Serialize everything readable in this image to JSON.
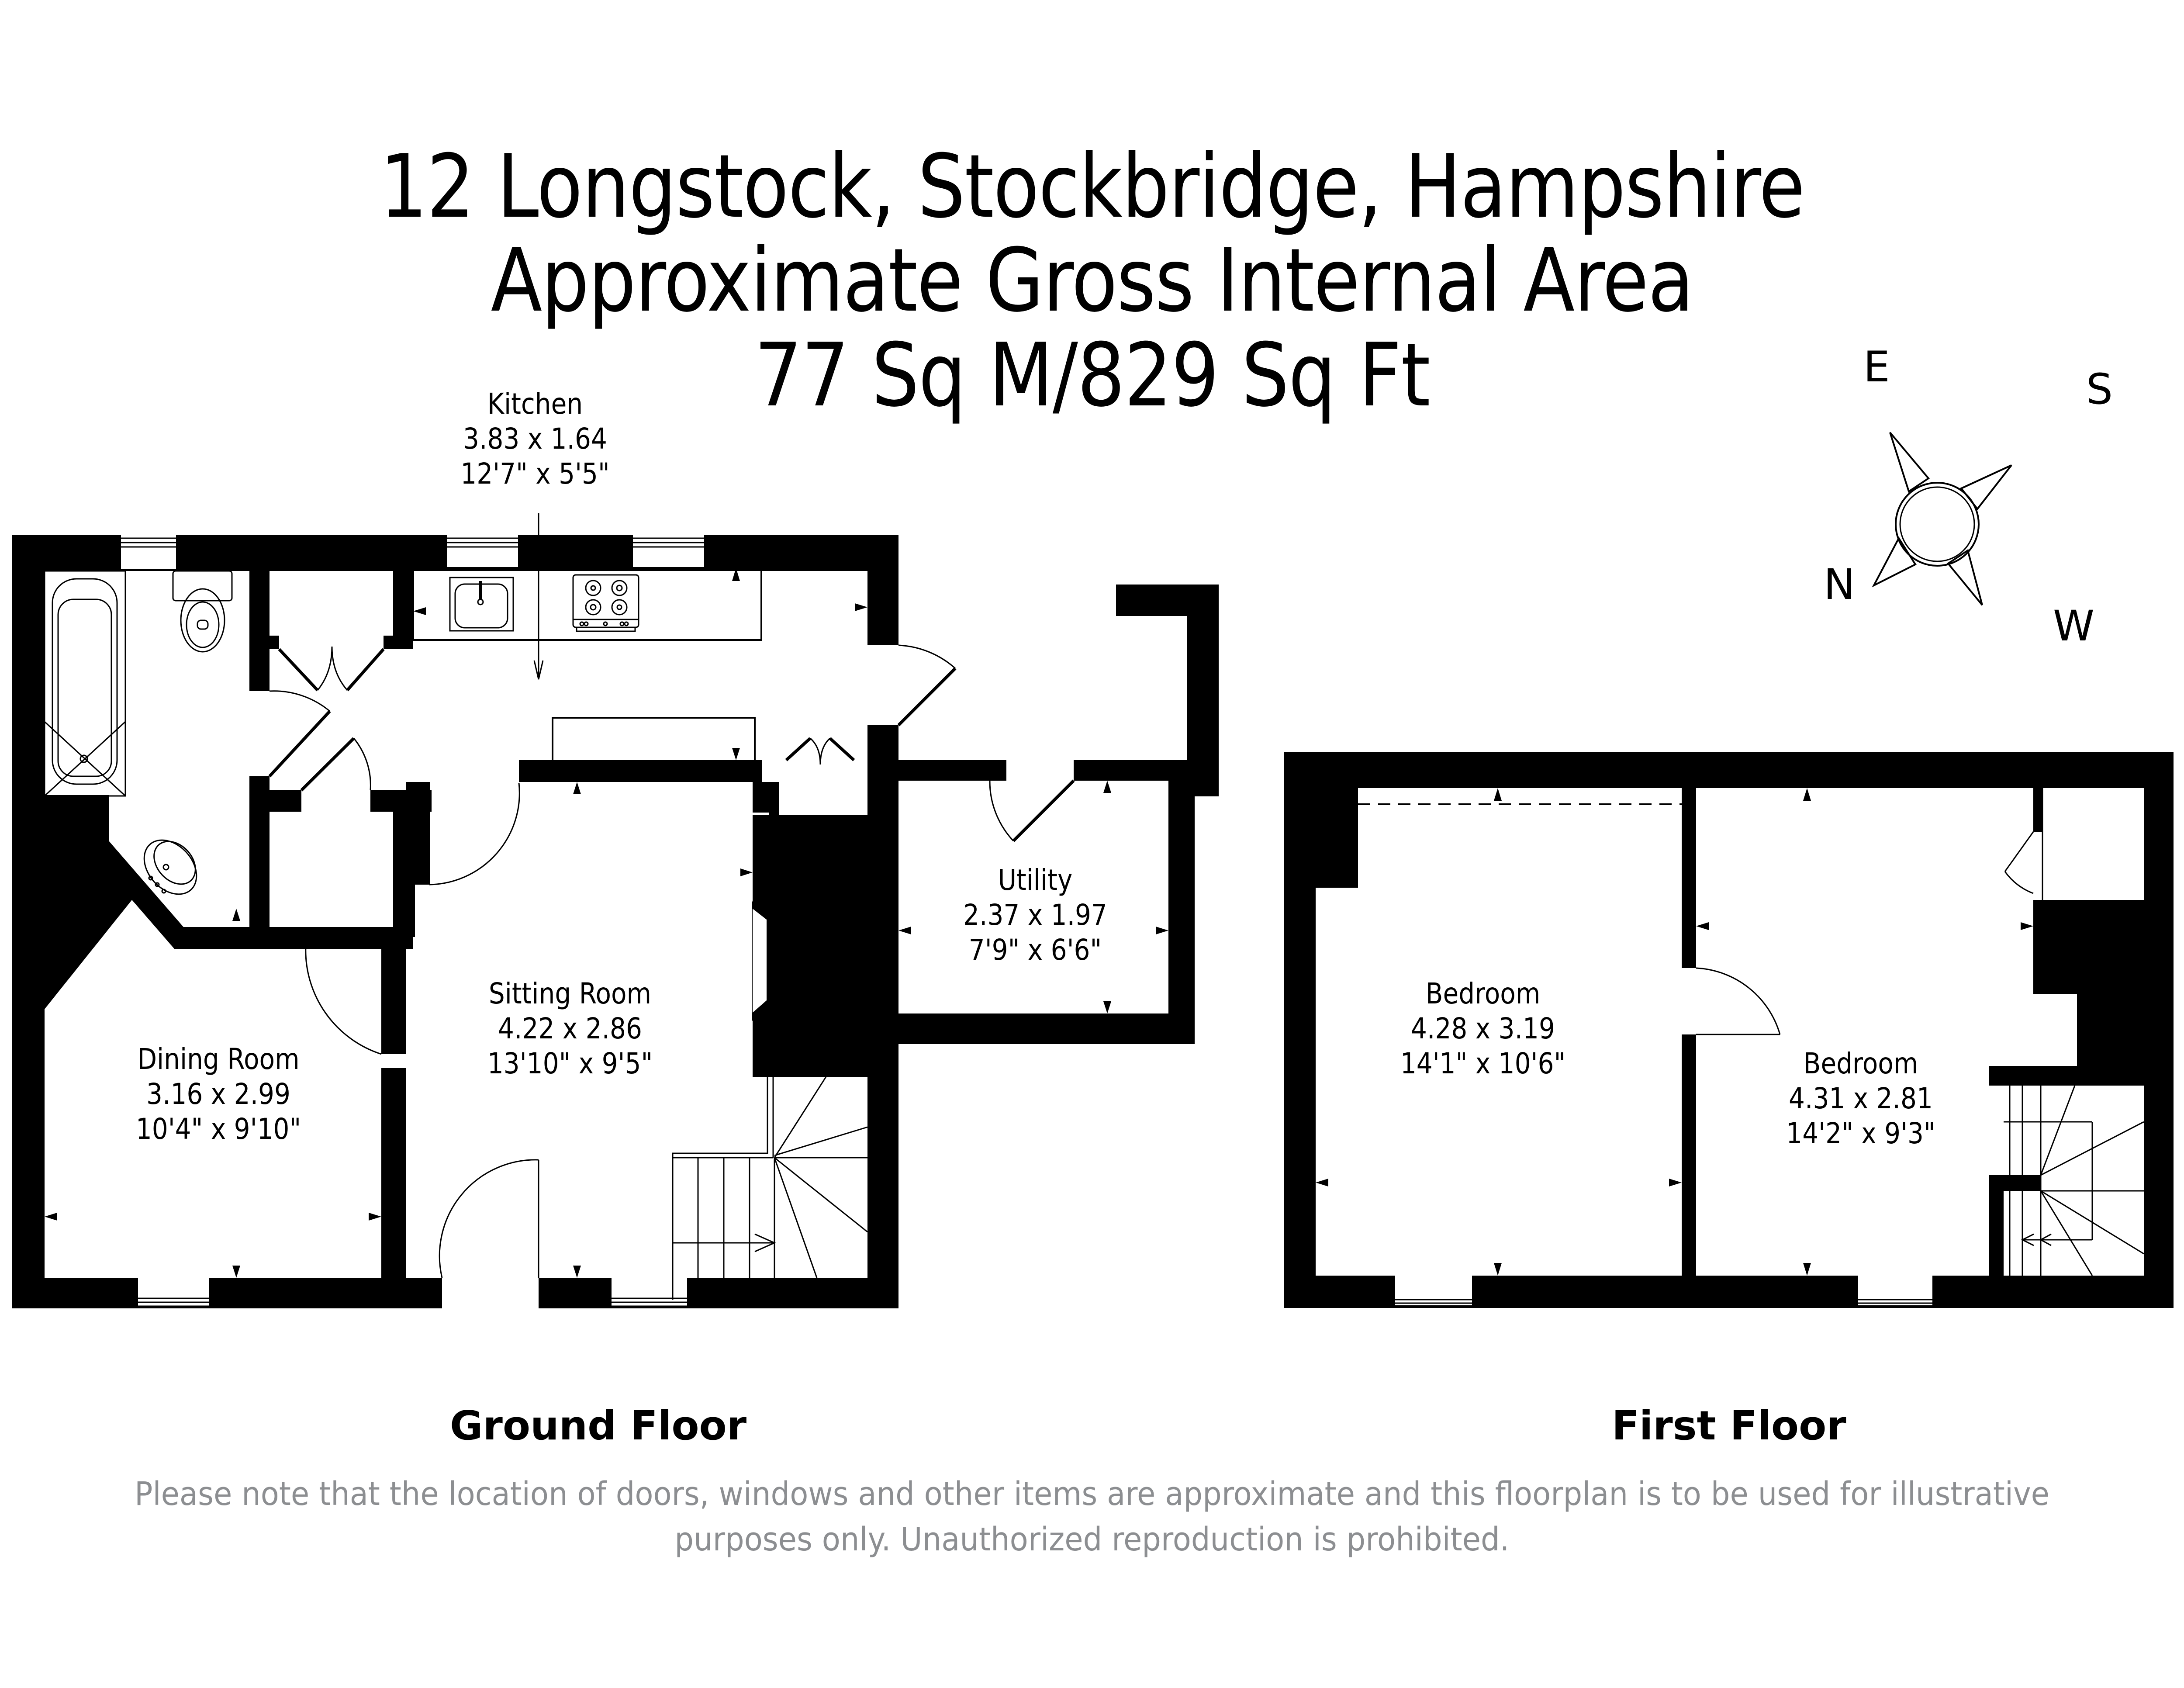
{
  "header": {
    "address": "12 Longstock, Stockbridge, Hampshire",
    "area_title": "Approximate Gross Internal Area",
    "area_value": "77 Sq M/829 Sq Ft"
  },
  "compass": {
    "labels": {
      "north": "N",
      "east": "E",
      "south": "S",
      "west": "W"
    }
  },
  "ground_floor": {
    "label": "Ground Floor",
    "rooms": [
      {
        "name": "Kitchen",
        "metric": "3.83 x 1.64",
        "imperial": "12'7\" x 5'5\""
      },
      {
        "name": "Sitting Room",
        "metric": "4.22 x 2.86",
        "imperial": "13'10\" x 9'5\""
      },
      {
        "name": "Dining Room",
        "metric": "3.16 x 2.99",
        "imperial": "10'4\" x 9'10\""
      },
      {
        "name": "Utility",
        "metric": "2.37 x 1.97",
        "imperial": "7'9\" x 6'6\""
      }
    ]
  },
  "first_floor": {
    "label": "First Floor",
    "rooms": [
      {
        "name": "Bedroom",
        "metric": "4.28 x 3.19",
        "imperial": "14'1\" x 10'6\""
      },
      {
        "name": "Bedroom",
        "metric": "4.31 x 2.81",
        "imperial": "14'2\" x 9'3\""
      }
    ]
  },
  "footer": {
    "disclaimer_line1": "Please note that the location of doors, windows and other items are approximate and this floorplan is to be used for illustrative",
    "disclaimer_line2": "purposes only. Unauthorized reproduction is prohibited."
  },
  "colors": {
    "walls": "#000000",
    "background": "#ffffff",
    "disclaimer_text": "#8c8e91"
  }
}
